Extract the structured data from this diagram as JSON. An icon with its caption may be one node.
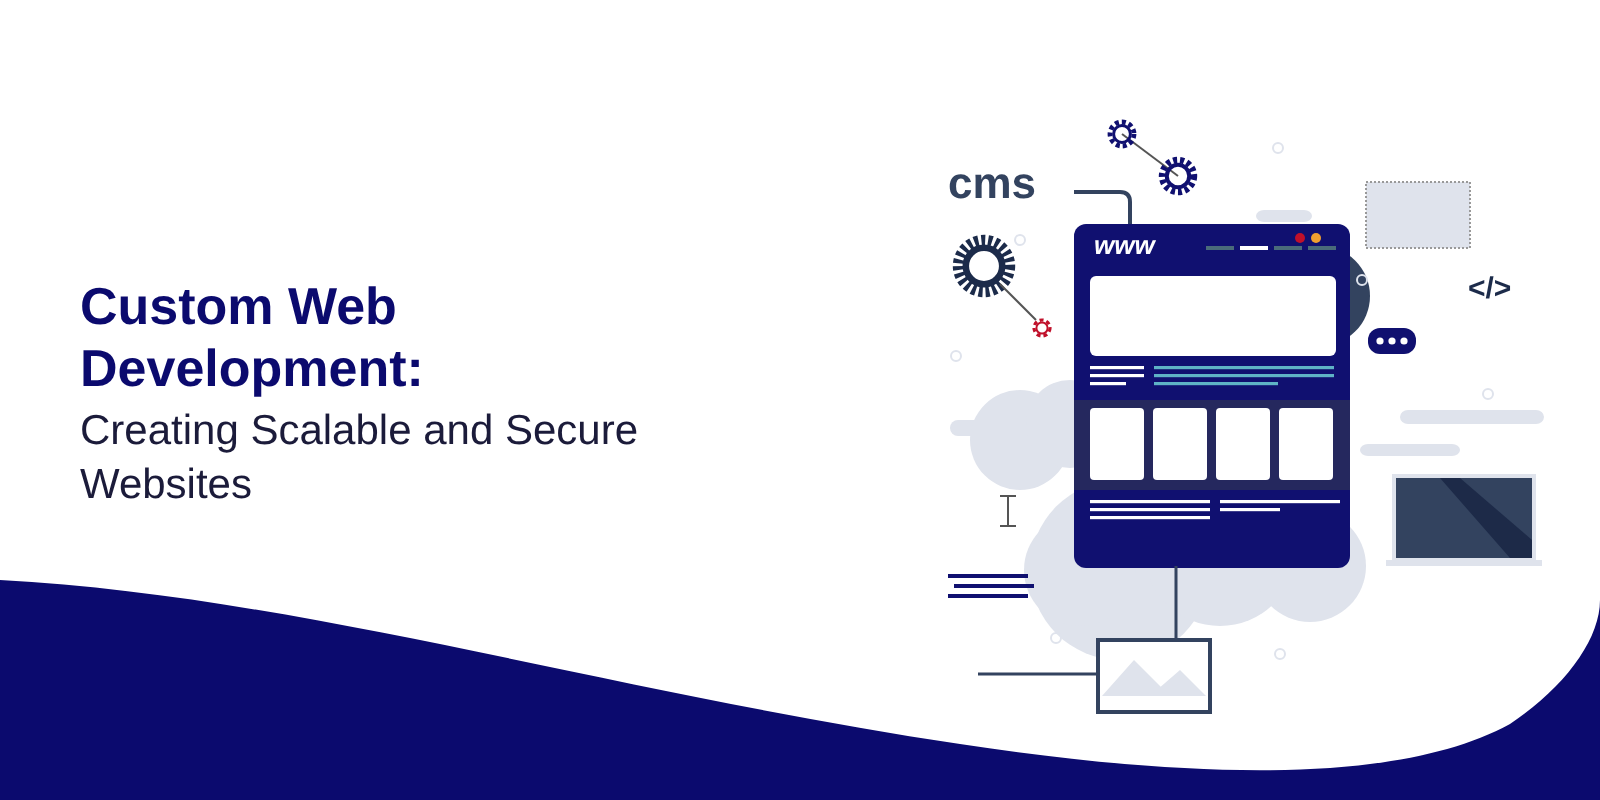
{
  "diagram": {
    "title": "Custom Web Development:",
    "labels": [
      "Creating Scalable and Secure Websites",
      "cms",
      "www",
      "</>"
    ]
  }
}
